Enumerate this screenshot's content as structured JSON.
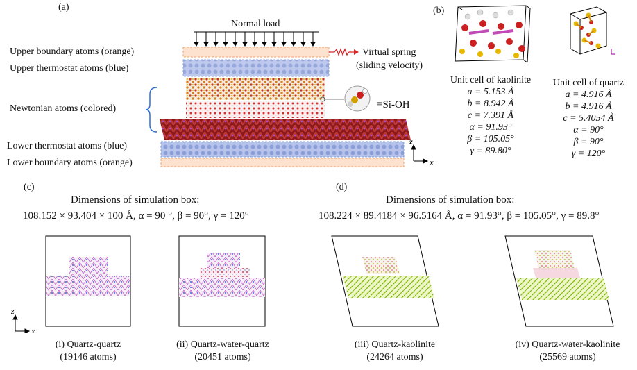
{
  "panel_a": {
    "tag": "(a)",
    "normal_load": "Normal load",
    "labels": {
      "upper_boundary": "Upper boundary atoms (orange)",
      "upper_thermostat": "Upper thermostat atoms (blue)",
      "newtonian": "Newtonian atoms (colored)",
      "lower_thermostat": "Lower thermostat atoms (blue)",
      "lower_boundary": "Lower boundary atoms (orange)"
    },
    "virtual_spring_line1": "Virtual spring",
    "virtual_spring_line2": "(sliding velocity)",
    "silanol": "≡Si-OH",
    "axis_z": "z",
    "axis_x": "x"
  },
  "panel_b": {
    "tag": "(b)",
    "kaolinite": {
      "title": "Unit cell of kaolinite",
      "params": [
        "a = 5.153 Å",
        "b = 8.942 Å",
        "c = 7.391 Å",
        "α = 91.93°",
        "β = 105.05°",
        "γ = 89.80°"
      ]
    },
    "quartz": {
      "title": "Unit cell of quartz",
      "params": [
        "a = 4.916 Å",
        "b = 4.916 Å",
        "c = 5.4054 Å",
        "α = 90°",
        "β = 90°",
        "γ = 120°"
      ]
    }
  },
  "panel_c": {
    "tag": "(c)",
    "dims_title": "Dimensions of simulation box:",
    "dims_value": "108.152 × 93.404 × 100 Å, α = 90 °, β = 90°, γ = 120°",
    "captions": [
      {
        "line1": "(i) Quartz-quartz",
        "line2": "(19146 atoms)"
      },
      {
        "line1": "(ii) Quartz-water-quartz",
        "line2": "(20451 atoms)"
      }
    ],
    "axis_z": "z",
    "axis_x": "x"
  },
  "panel_d": {
    "tag": "(d)",
    "dims_title": "Dimensions of simulation box:",
    "dims_value": "108.224 × 89.4184 × 96.5164 Å, α = 91.93°, β = 105.05°, γ = 89.8°",
    "captions": [
      {
        "line1": "(iii) Quartz-kaolinite",
        "line2": "(24264 atoms)"
      },
      {
        "line1": "(iv) Quartz-water-kaolinite",
        "line2": "(25569 atoms)"
      }
    ]
  },
  "colors": {
    "orange": "#f5b183",
    "blue": "#9db4e8",
    "accent_red": "#d62728",
    "silicon_yellow": "#e6b800",
    "oxygen_red": "#cc1f1f",
    "al_pink": "#c04ab8",
    "kaolinite_green": "#9acd32"
  }
}
